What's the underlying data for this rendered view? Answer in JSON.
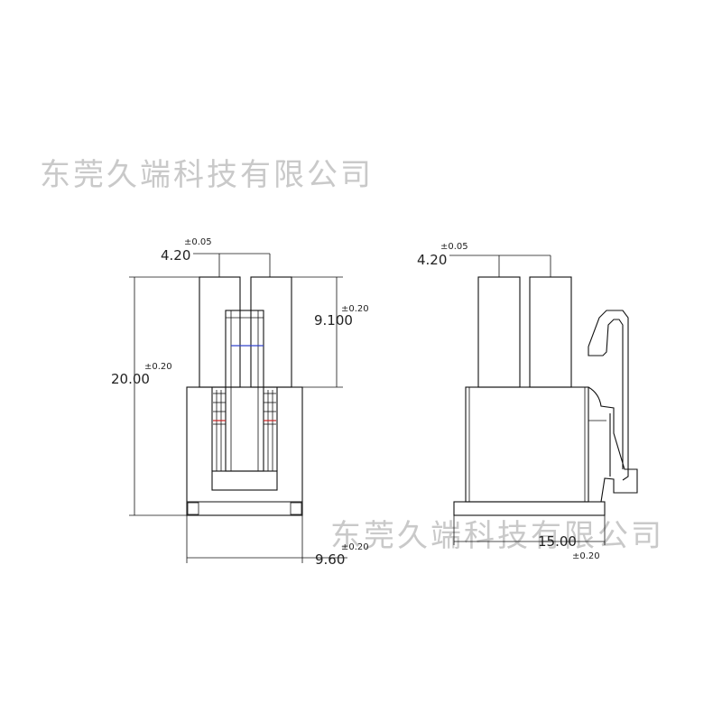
{
  "watermark": "东莞久端科技有限公司",
  "front_view": {
    "pitch": {
      "value": "4.20",
      "tol": "±0.05"
    },
    "post_height": {
      "value": "9.100",
      "tol": "±0.20"
    },
    "height": {
      "value": "20.00",
      "tol": "±0.20"
    },
    "width": {
      "value": "9.60",
      "tol": "±0.20"
    }
  },
  "side_view": {
    "pitch": {
      "value": "4.20",
      "tol": "±0.05"
    },
    "depth": {
      "value": "15.00",
      "tol": "±0.20"
    }
  },
  "colors": {
    "line": "#111111",
    "accent_blue": "#3344cc",
    "accent_red": "#cc2222",
    "watermark": "#c9c9c9"
  }
}
